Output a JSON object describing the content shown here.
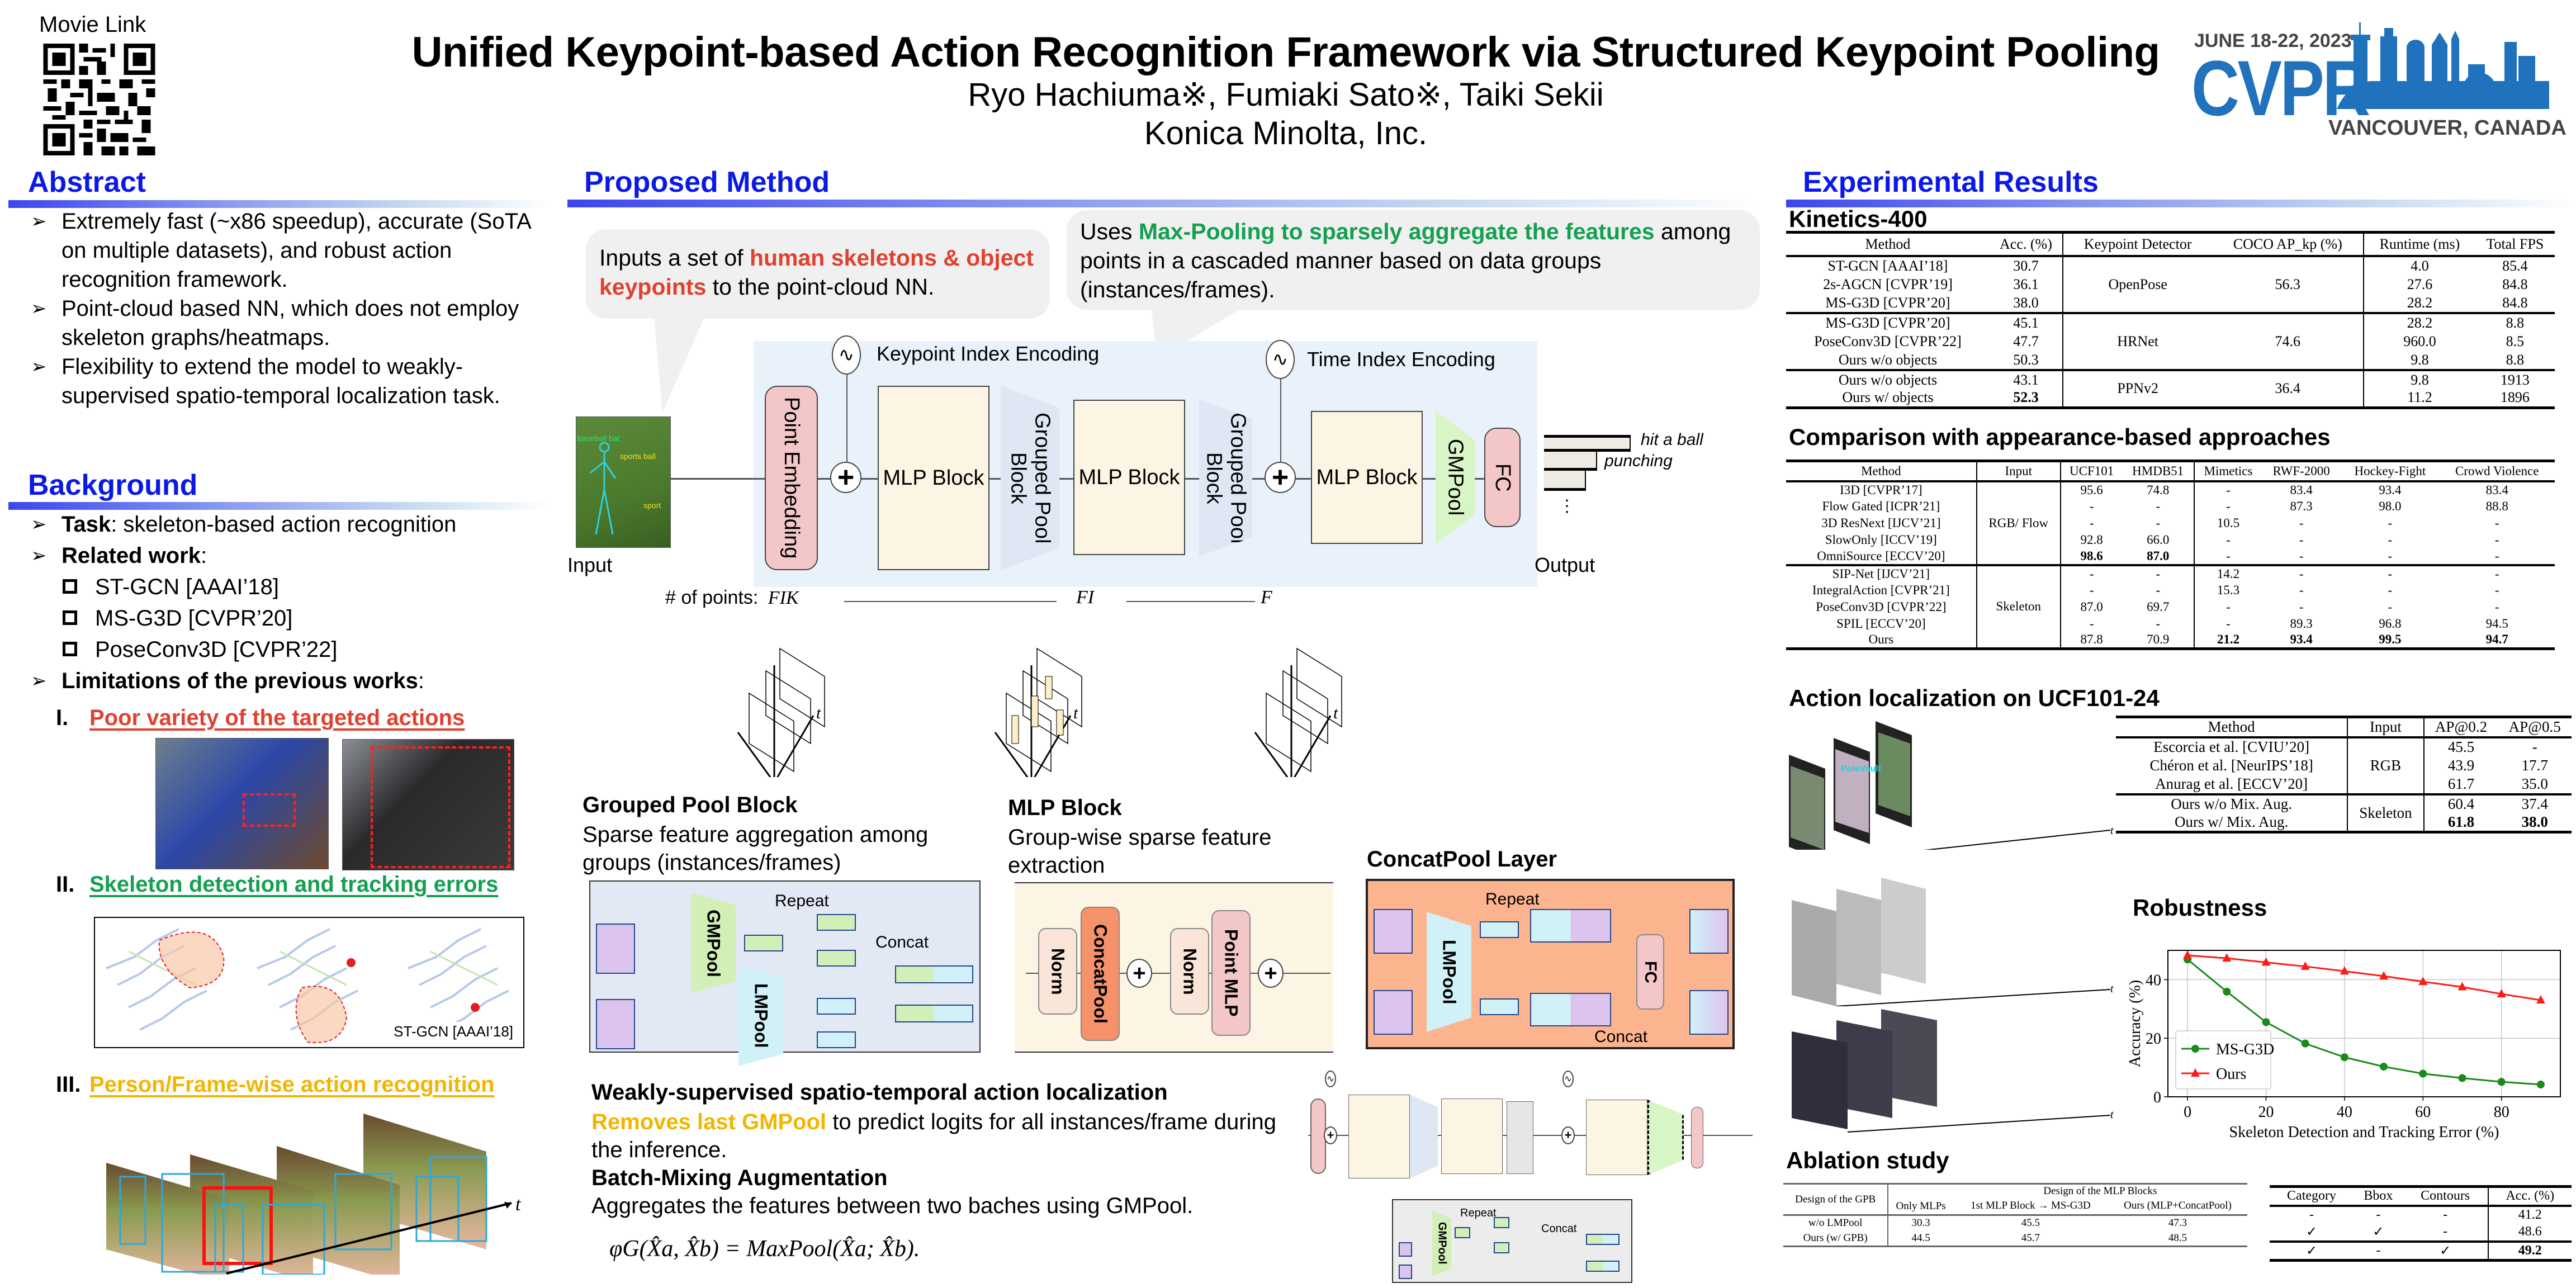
{
  "header": {
    "qr_label": "Movie Link",
    "title": "Unified Keypoint-based Action Recognition Framework via Structured Keypoint Pooling",
    "authors": "Ryo Hachiuma※, Fumiaki Sato※, Taiki Sekii",
    "affiliation": "Konica Minolta, Inc.",
    "conference": {
      "dates": "JUNE 18-22, 2023",
      "name": "CVPR",
      "location": "VANCOUVER, CANADA"
    }
  },
  "abstract": {
    "title": "Abstract",
    "bullets": [
      "Extremely fast (~x86 speedup), accurate (SoTA on multiple datasets), and robust action recognition framework.",
      "Point-cloud based NN, which does not employ skeleton graphs/heatmaps.",
      "Flexibility to extend the model to weakly-supervised spatio-temporal localization task."
    ]
  },
  "background": {
    "title": "Background",
    "task_label": "Task",
    "task_text": ": skeleton-based action recognition",
    "related_label": "Related work",
    "related_items": [
      "ST-GCN [AAAI’18]",
      "MS-G3D [CVPR’20]",
      "PoseConv3D [CVPR’22]"
    ],
    "limitations_label": "Limitations of the previous works",
    "limitations": [
      {
        "num": "I.",
        "text": "Poor variety of the targeted actions",
        "color": "#e04030"
      },
      {
        "num": "II.",
        "text": "Skeleton detection and tracking errors",
        "color": "#13a050"
      },
      {
        "num": "III.",
        "text": "Person/Frame-wise action recognition",
        "color": "#f2b600"
      }
    ],
    "stgcn_caption": "ST-GCN [AAAI’18]",
    "t_axis": "t"
  },
  "method": {
    "title": "Proposed Method",
    "bubble_left": {
      "pre": "Inputs a set of ",
      "hl": "human skeletons & object keypoints",
      "post": " to the point-cloud NN."
    },
    "bubble_right": {
      "pre": "Uses ",
      "hl": "Max-Pooling to sparsely aggregate the features",
      "post": " among points in a cascaded manner based on data groups (instances/frames)."
    },
    "pipeline": {
      "input_label": "Input",
      "output_label": "Output",
      "keypoint_encoding": "Keypoint Index Encoding",
      "time_encoding": "Time Index Encoding",
      "blocks": [
        "Point Embedding",
        "MLP Block",
        "Grouped Pool Block",
        "MLP Block",
        "Grouped Pool Block",
        "MLP Block",
        "GMPool",
        "FC"
      ],
      "outputs": [
        "hit a ball",
        "punching"
      ],
      "input_tags": [
        "baseball bat",
        "sports ball",
        "sport"
      ],
      "points_label": "# of points:",
      "points": [
        "FIK",
        "FI",
        "F"
      ]
    },
    "gpb": {
      "title": "Grouped Pool Block",
      "desc": "Sparse feature aggregation among groups (instances/frames)",
      "labels": [
        "GMPool",
        "LMPool",
        "Repeat",
        "Concat"
      ]
    },
    "mlp": {
      "title": "MLP Block",
      "desc": "Group-wise sparse feature extraction",
      "labels": [
        "Norm",
        "ConcatPool",
        "Norm",
        "Point MLP"
      ]
    },
    "concatpool": {
      "title": "ConcatPool Layer",
      "labels": [
        "LMPool",
        "Repeat",
        "FC",
        "Concat"
      ]
    },
    "weak": {
      "title": "Weakly-supervised spatio-temporal action localization",
      "hl": "Removes last GMPool",
      "rest": " to predict logits for all instances/frame during the inference.",
      "bma_title": "Batch-Mixing Augmentation",
      "bma_desc": "Aggregates the features between two baches using GMPool.",
      "equation": "φG(X̂a, X̂b) = MaxPool(X̂a; X̂b).",
      "inset_labels": [
        "GMPool",
        "Repeat",
        "Concat"
      ]
    },
    "t_axis": "t"
  },
  "results": {
    "title": "Experimental Results",
    "kinetics": {
      "title": "Kinetics-400",
      "headers": [
        "Method",
        "Acc. (%)",
        "Keypoint Detector",
        "COCO AP_kp (%)",
        "Runtime (ms)",
        "Total FPS"
      ],
      "groups": [
        {
          "detector": "OpenPose",
          "ap": "56.3",
          "rows": [
            [
              "ST-GCN [AAAI’18]",
              "30.7",
              "4.0",
              "85.4"
            ],
            [
              "2s-AGCN [CVPR’19]",
              "36.1",
              "27.6",
              "84.8"
            ],
            [
              "MS-G3D [CVPR’20]",
              "38.0",
              "28.2",
              "84.8"
            ]
          ]
        },
        {
          "detector": "HRNet",
          "ap": "74.6",
          "rows": [
            [
              "MS-G3D [CVPR’20]",
              "45.1",
              "28.2",
              "8.8"
            ],
            [
              "PoseConv3D [CVPR’22]",
              "47.7",
              "960.0",
              "8.5"
            ],
            [
              "Ours w/o objects",
              "50.3",
              "9.8",
              "8.8"
            ]
          ]
        },
        {
          "detector": "PPNv2",
          "ap": "36.4",
          "rows": [
            [
              "Ours w/o objects",
              "43.1",
              "9.8",
              "1913"
            ],
            [
              "Ours w/ objects",
              "52.3",
              "11.2",
              "1896"
            ]
          ]
        }
      ]
    },
    "appearance": {
      "title": "Comparison with appearance-based approaches",
      "headers": [
        "Method",
        "Input",
        "UCF101",
        "HMDB51",
        "Mimetics",
        "RWF-2000",
        "Hockey-Fight",
        "Crowd Violence"
      ],
      "groups": [
        {
          "input": "RGB/ Flow",
          "rows": [
            [
              "I3D [CVPR’17]",
              "95.6",
              "74.8",
              "-",
              "83.4",
              "93.4",
              "83.4"
            ],
            [
              "Flow Gated [ICPR’21]",
              "-",
              "-",
              "-",
              "87.3",
              "98.0",
              "88.8"
            ],
            [
              "3D ResNext [IJCV’21]",
              "-",
              "-",
              "10.5",
              "-",
              "-",
              "-"
            ],
            [
              "SlowOnly [ICCV’19]",
              "92.8",
              "66.0",
              "-",
              "-",
              "-",
              "-"
            ],
            [
              "OmniSource [ECCV’20]",
              "98.6",
              "87.0",
              "-",
              "-",
              "-",
              "-"
            ]
          ]
        },
        {
          "input": "Skeleton",
          "rows": [
            [
              "SIP-Net [IJCV’21]",
              "-",
              "-",
              "14.2",
              "-",
              "-",
              "-"
            ],
            [
              "IntegralAction [CVPR’21]",
              "-",
              "-",
              "15.3",
              "-",
              "-",
              "-"
            ],
            [
              "PoseConv3D [CVPR’22]",
              "87.0",
              "69.7",
              "-",
              "-",
              "-",
              "-"
            ],
            [
              "SPIL [ECCV’20]",
              "-",
              "-",
              "-",
              "89.3",
              "96.8",
              "94.5"
            ],
            [
              "Ours",
              "87.8",
              "70.9",
              "21.2",
              "93.4",
              "99.5",
              "94.7"
            ]
          ]
        }
      ]
    },
    "localization": {
      "title": "Action localization on UCF101-24",
      "headers": [
        "Method",
        "Input",
        "AP@0.2",
        "AP@0.5"
      ],
      "groups": [
        {
          "input": "RGB",
          "rows": [
            [
              "Escorcia et al. [CVIU’20]",
              "45.5",
              "-"
            ],
            [
              "Chéron et al. [NeurIPS’18]",
              "43.9",
              "17.7"
            ],
            [
              "Anurag et al. [ECCV’20]",
              "61.7",
              "35.0"
            ]
          ]
        },
        {
          "input": "Skeleton",
          "rows": [
            [
              "Ours w/o Mix. Aug.",
              "60.4",
              "37.4"
            ],
            [
              "Ours w/ Mix. Aug.",
              "61.8",
              "38.0"
            ]
          ]
        }
      ],
      "frame_tag": "PoleVault",
      "t_axis": "t"
    },
    "ablation": {
      "title": "Ablation study",
      "table1": {
        "header_top": "Design of the MLP Blocks",
        "col0": "Design of the GPB",
        "cols": [
          "Only MLPs",
          "1st MLP Block → MS-G3D",
          "Ours (MLP+ConcatPool)"
        ],
        "rows": [
          [
            "w/o LMPool",
            "30.3",
            "45.5",
            "47.3"
          ],
          [
            "Ours (w/ GPB)",
            "44.5",
            "45.7",
            "48.5"
          ]
        ]
      },
      "table2": {
        "headers": [
          "Category",
          "Bbox",
          "Contours",
          "Acc. (%)"
        ],
        "rows": [
          [
            "-",
            "-",
            "-",
            "41.2"
          ],
          [
            "✓",
            "✓",
            "-",
            "48.6"
          ],
          [
            "✓",
            "-",
            "✓",
            "49.2"
          ]
        ]
      }
    }
  },
  "chart_data": {
    "type": "line",
    "title": "Robustness",
    "xlabel": "Skeleton Detection and Tracking Error (%)",
    "ylabel": "Accuracy (%)",
    "x": [
      0,
      10,
      20,
      30,
      40,
      50,
      60,
      70,
      80,
      90
    ],
    "xticks": [
      0,
      20,
      40,
      60,
      80
    ],
    "yticks": [
      0,
      20,
      40
    ],
    "xlim": [
      -5,
      95
    ],
    "ylim": [
      0,
      50
    ],
    "grid": true,
    "legend": "bottom-left",
    "series": [
      {
        "name": "MS-G3D",
        "color": "#1a8a1a",
        "marker": "circle",
        "values": [
          46.9,
          35.9,
          25.5,
          18.2,
          13.5,
          10.3,
          7.9,
          6.4,
          5.1,
          4.2
        ]
      },
      {
        "name": "Ours",
        "color": "#ff1a1a",
        "marker": "triangle",
        "values": [
          48.3,
          47.3,
          45.9,
          44.5,
          42.9,
          41.2,
          39.3,
          37.5,
          35.1,
          33.0
        ]
      }
    ]
  }
}
